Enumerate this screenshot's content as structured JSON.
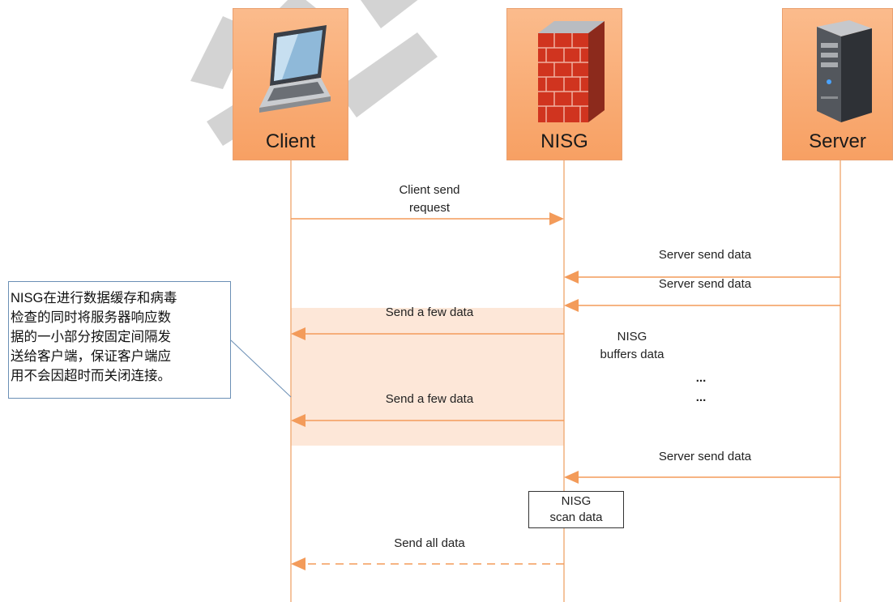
{
  "lanes": {
    "client": "Client",
    "nisg": "NISG",
    "server": "Server"
  },
  "messages": {
    "client_send_request_1": "Client send",
    "client_send_request_2": "request",
    "server_send_data_1": "Server send data",
    "server_send_data_2": "Server send data",
    "send_few_data_1": "Send a few data",
    "nisg_buffers_1": "NISG",
    "nisg_buffers_2": "buffers data",
    "ellipsis_1": "...",
    "ellipsis_2": "...",
    "send_few_data_2": "Send a few data",
    "server_send_data_3": "Server send data",
    "send_all_data": "Send all data"
  },
  "scan_box": {
    "line1": "NISG",
    "line2": "scan data"
  },
  "note": {
    "line1": "NISG在进行数据缓存和病毒",
    "line2": "检查的同时将服务器响应数",
    "line3": "据的一小部分按固定间隔发",
    "line4": "送给客户端，保证客户端应",
    "line5": "用不会因超时而关闭连接。"
  },
  "colors": {
    "lane_fill": "#f7a063",
    "lifeline": "#f2b07e",
    "arrow": "#f39b5a",
    "highlight": "#fde7d8",
    "note_border": "#6b8fb5"
  }
}
